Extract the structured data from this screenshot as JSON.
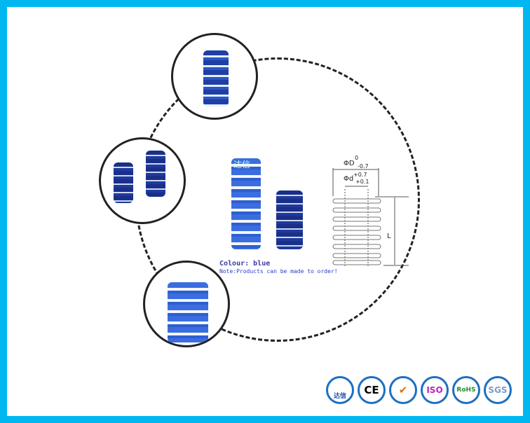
{
  "caption": {
    "colour": "Colour: blue",
    "note": "Note:Products can be made to order!"
  },
  "diagram": {
    "outer_dia": "ΦD",
    "outer_tol_upper": "0",
    "outer_tol_lower": "-0.7",
    "inner_dia": "Φd",
    "inner_tol_upper": "+0.7",
    "inner_tol_lower": "+0.1",
    "length": "L"
  },
  "watermark": "达信",
  "badges": [
    {
      "name": "daxin",
      "label": "达信"
    },
    {
      "name": "ce",
      "label": "CE"
    },
    {
      "name": "certified",
      "label": "✔"
    },
    {
      "name": "iso",
      "label": "ISO"
    },
    {
      "name": "rohs",
      "label": "RoHS"
    },
    {
      "name": "sgs",
      "label": "SGS"
    }
  ],
  "colors": {
    "border": "#00b7ef",
    "spring": "#1d3fa6"
  }
}
